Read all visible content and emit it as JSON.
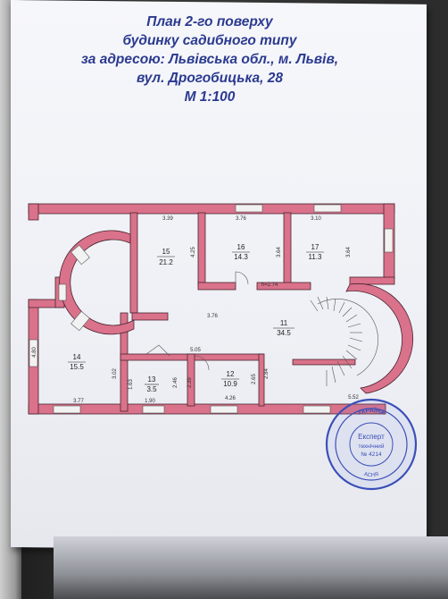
{
  "title": {
    "line1": "План 2-го поверху",
    "line2": "будинку садибного типу",
    "line3": "за адресою: Львівська обл., м. Львів,",
    "line4": "вул. Дрогобицька, 28",
    "line5": "М 1:100"
  },
  "rooms": [
    {
      "id": "15",
      "area": "21.2"
    },
    {
      "id": "16",
      "area": "14.3"
    },
    {
      "id": "17",
      "area": "11.3"
    },
    {
      "id": "11",
      "area": "34.5"
    },
    {
      "id": "14",
      "area": "15.5"
    },
    {
      "id": "13",
      "area": "3.5"
    },
    {
      "id": "12",
      "area": "10.9"
    }
  ],
  "dimensions": {
    "d339": "3.39",
    "d376a": "3.76",
    "d310": "3.10",
    "d425": "4.25",
    "d364a": "3.64",
    "d364b": "3.64",
    "h274": "h=2.74",
    "d376b": "3.76",
    "d480": "4.80",
    "d505": "5.05",
    "d302": "3.02",
    "d163": "1.63",
    "d246": "2.46",
    "d239": "2.39",
    "d265": "2.65",
    "d284": "2.84",
    "d377": "3.77",
    "d190": "1.90",
    "d426": "4.26",
    "d552": "5.52"
  },
  "stamp": {
    "top_text": "УКРАЇНА",
    "line1": "Експерт",
    "line2": "технічний",
    "line3": "№ 4214",
    "bottom_text": "АСНЯ"
  },
  "colors": {
    "wall": "#d9728a",
    "title": "#2b3a8f",
    "stamp": "#3b4fb8"
  }
}
